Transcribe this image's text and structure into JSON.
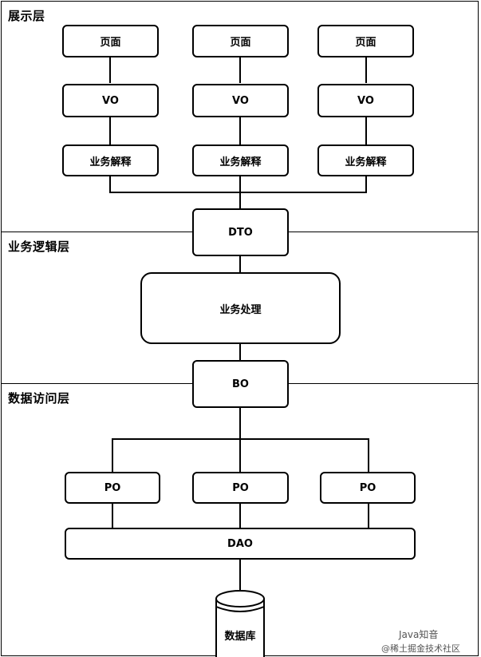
{
  "layers": {
    "presentation": "展示层",
    "business": "业务逻辑层",
    "data_access": "数据访问层"
  },
  "presentation": {
    "page_label": "页面",
    "vo_label": "VO",
    "interpret_label": "业务解释"
  },
  "dto_label": "DTO",
  "business_process_label": "业务处理",
  "bo_label": "BO",
  "po_label": "PO",
  "dao_label": "DAO",
  "database_label": "数据库",
  "watermark": {
    "line1": "Java知音",
    "line2": "@稀土掘金技术社区"
  }
}
